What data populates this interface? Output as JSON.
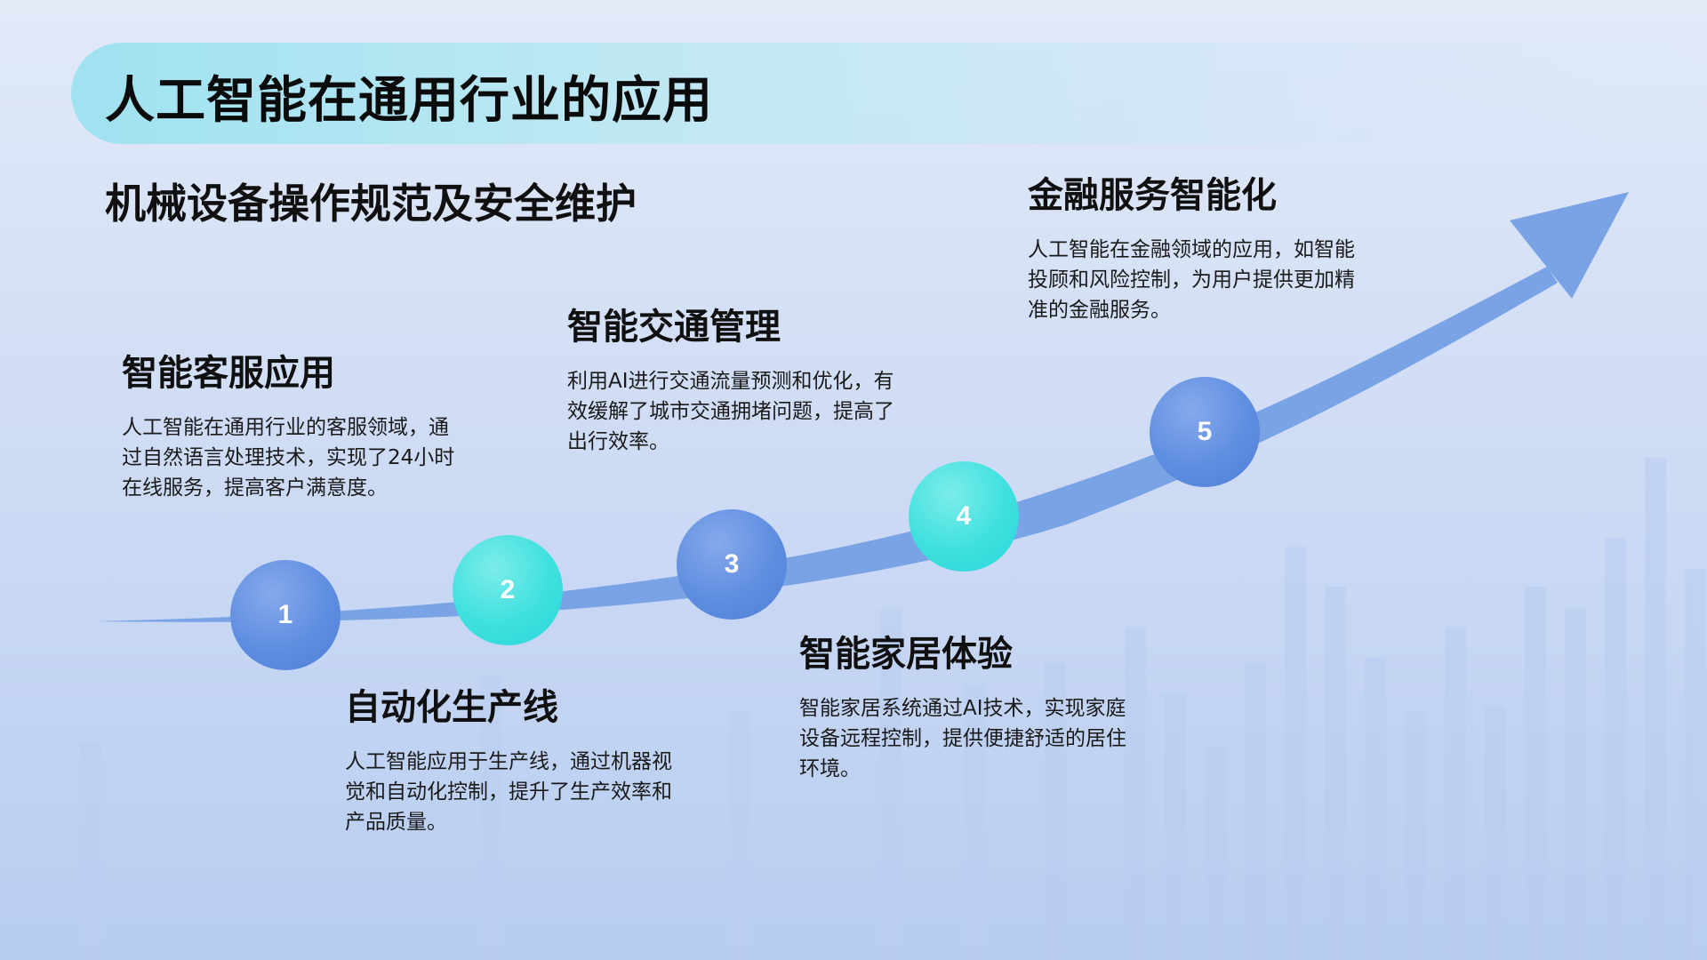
{
  "slide": {
    "title": "人工智能在通用行业的应用",
    "subtitle": "机械设备操作规范及安全维护"
  },
  "steps": [
    {
      "number": "1",
      "title": "智能客服应用",
      "description": "人工智能在通用行业的客服领域，通过自然语言处理技术，实现了24小时在线服务，提高客户满意度。"
    },
    {
      "number": "2",
      "title": "自动化生产线",
      "description": "人工智能应用于生产线，通过机器视觉和自动化控制，提升了生产效率和产品质量。"
    },
    {
      "number": "3",
      "title": "智能交通管理",
      "description": "利用AI进行交通流量预测和优化，有效缓解了城市交通拥堵问题，提高了出行效率。"
    },
    {
      "number": "4",
      "title": "智能家居体验",
      "description": "智能家居系统通过AI技术，实现家庭设备远程控制，提供便捷舒适的居住环境。"
    },
    {
      "number": "5",
      "title": "金融服务智能化",
      "description": "人工智能在金融领域的应用，如智能投顾和风险控制，为用户提供更加精准的金融服务。"
    }
  ],
  "colors": {
    "accent_blue": "#5f8ee0",
    "accent_teal": "#3ee0de",
    "arrow": "#7aa3e6",
    "title_band": "#a8e4f1"
  }
}
